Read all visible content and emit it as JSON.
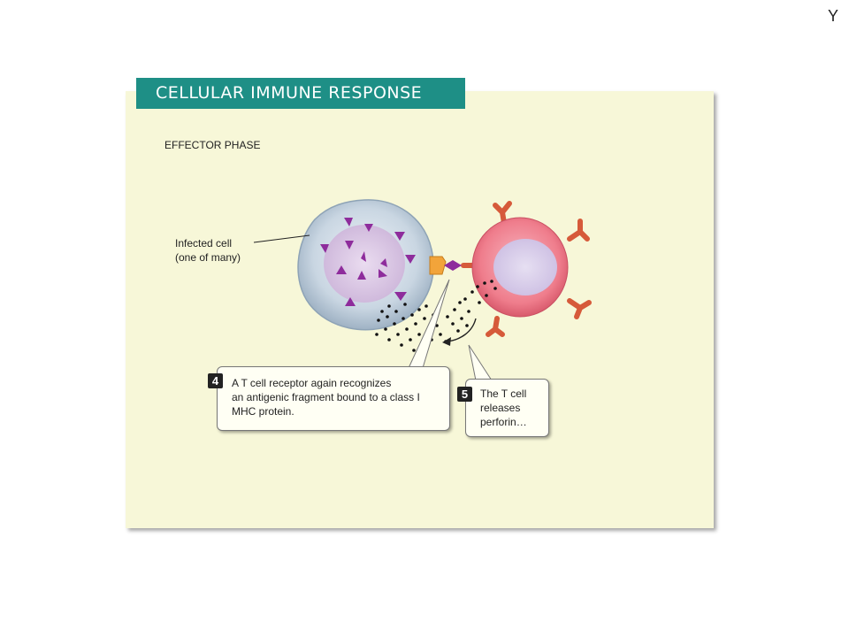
{
  "corner_mark": "Y",
  "title": "CELLULAR IMMUNE RESPONSE",
  "phase": "EFFECTOR PHASE",
  "infected_cell_label": [
    "Infected cell",
    "(one of many)"
  ],
  "steps": [
    {
      "number": "4",
      "lines": [
        "A T cell receptor again recognizes",
        "an antigenic fragment bound to a class I",
        "MHC protein."
      ]
    },
    {
      "number": "5",
      "lines": [
        "The T cell",
        "releases",
        "perforin…"
      ]
    }
  ],
  "colors": {
    "title_bar": "#1e8f86",
    "panel": "#f7f7d8",
    "infected_cell": "#c9d6e2",
    "t_cell": "#ef7d8c",
    "antigen": "#8e2c9c",
    "receptor": "#d65a3a",
    "mhc": "#f2a43a"
  }
}
